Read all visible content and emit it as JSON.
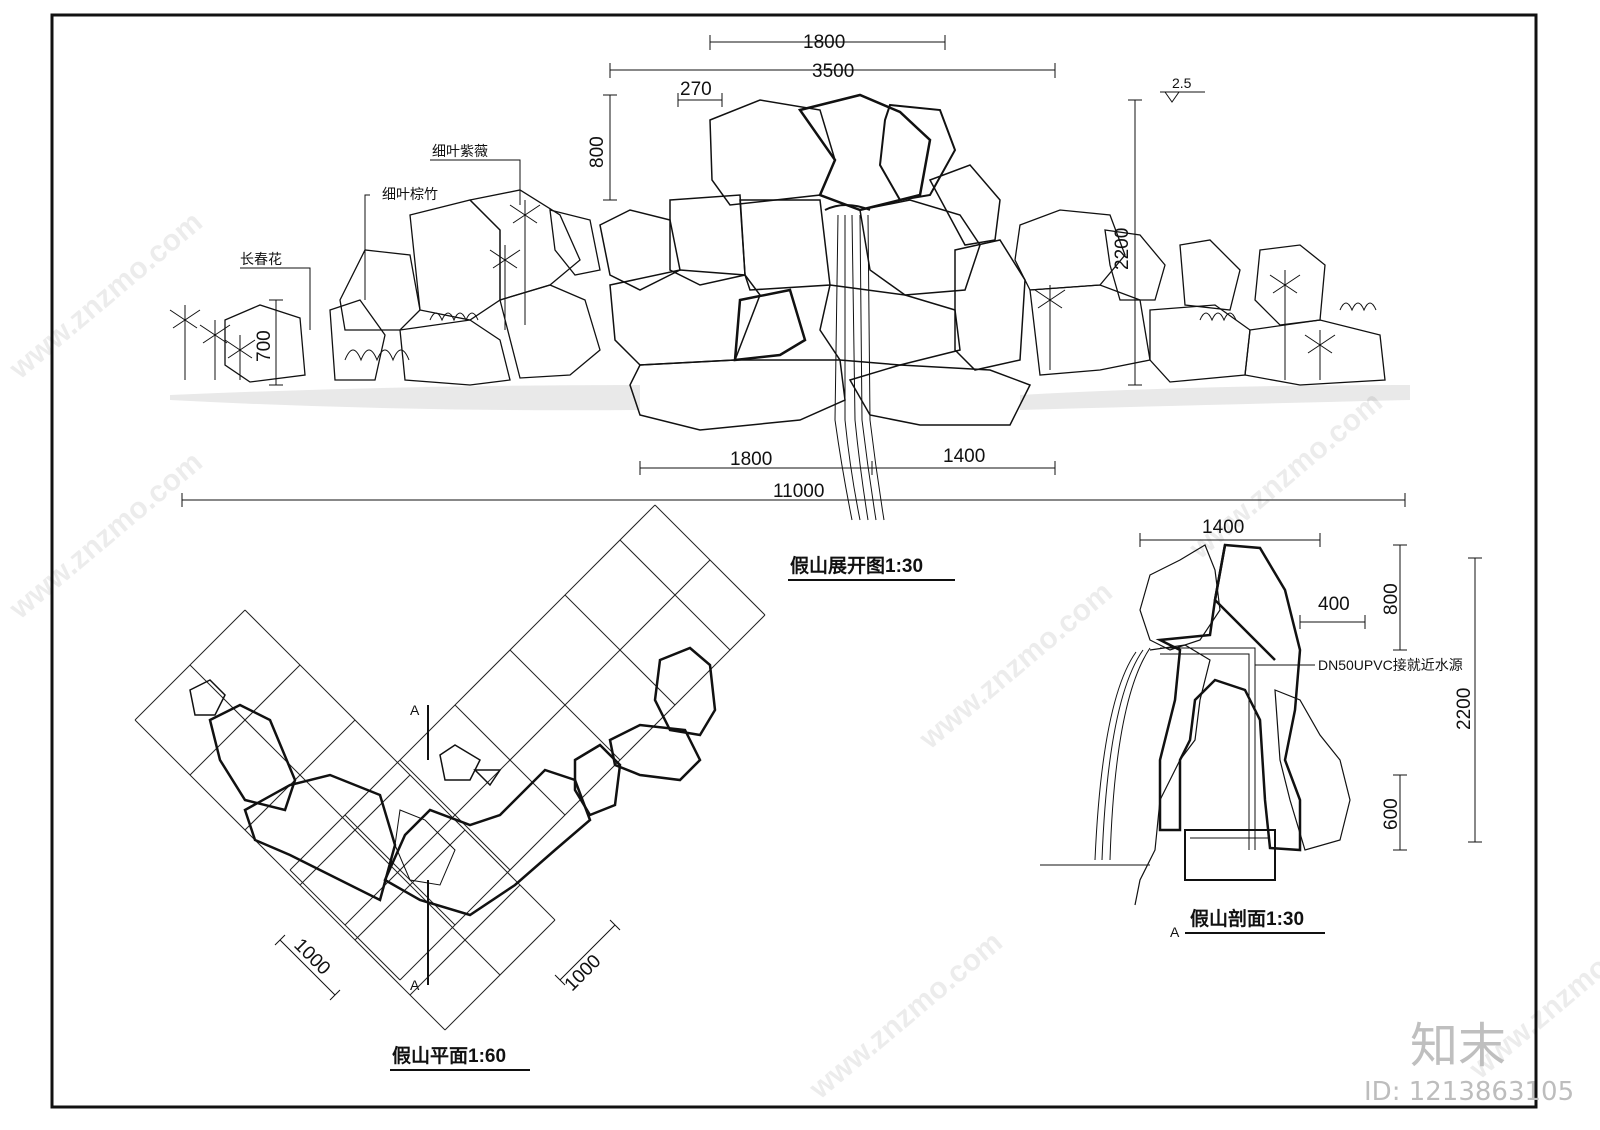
{
  "colors": {
    "ink": "#111111",
    "paper": "#ffffff",
    "watermark": "#cfcfcf"
  },
  "elevation": {
    "title": "假山展开图1:30",
    "dim_top_small": "1800",
    "dim_top_large": "3500",
    "dim_270": "270",
    "dim_800": "800",
    "dim_2200": "2200",
    "level_mark": "2.5",
    "dim_700": "700",
    "dim_bottom_left": "1800",
    "dim_bottom_right": "1400",
    "dim_total": "11000",
    "plant_1": "细叶紫薇",
    "plant_2": "细叶棕竹",
    "plant_3": "长春花"
  },
  "plan": {
    "title": "假山平面1:60",
    "grid_left": "1000",
    "grid_right": "1000",
    "section_top": "A",
    "section_bottom": "A"
  },
  "section": {
    "title": "假山剖面1:30",
    "marker": "A",
    "dim_width": "1400",
    "dim_400": "400",
    "dim_800": "800",
    "dim_2200": "2200",
    "dim_600": "600",
    "pipe_note": "DN50UPVC接就近水源"
  },
  "watermark": {
    "url": "www.znzmo.com",
    "logo": "知末",
    "id": "ID: 1213863105"
  }
}
